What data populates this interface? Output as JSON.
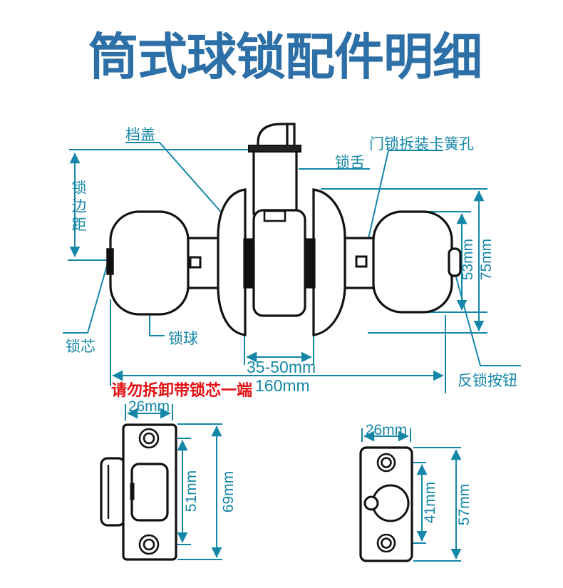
{
  "title": "筒式球锁配件明细",
  "colors": {
    "title_blue": "#2d6fa7",
    "dimension_teal": "#1487a8",
    "warning_red": "#e60f12",
    "line_black": "#111111"
  },
  "main": {
    "labels": {
      "cover_plate": "档盖",
      "latch_bolt": "锁舌",
      "clip_hole": "门锁拆装卡簧孔",
      "edge_distance": "锁边距",
      "lock_cylinder": "锁芯",
      "lock_knob": "锁球",
      "anti_lock_button": "反锁按钮"
    },
    "warning": "请勿拆卸带锁芯一端",
    "dims": {
      "knob_diameter": "53mm",
      "rose_diameter": "75mm",
      "door_thickness": "35-50mm",
      "overall_length": "160mm"
    }
  },
  "strike_plate": {
    "dims": {
      "width": "26mm",
      "hole_spacing": "51mm",
      "height": "69mm"
    }
  },
  "latch_faceplate": {
    "dims": {
      "width": "26mm",
      "hole_spacing": "41mm",
      "height": "57mm"
    }
  }
}
